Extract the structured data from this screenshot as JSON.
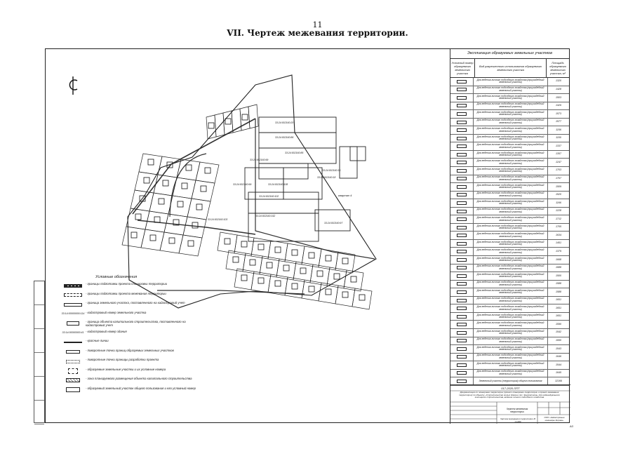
{
  "page": {
    "number": "11",
    "title": "VII.   Чертеж межевания территории."
  },
  "table": {
    "title": "Экспликация образуемых земельных участков",
    "headers": [
      "Условный номер образуемого земельного участка",
      "Вид разрешенного использования образуемого земельного участка",
      "Площадь образуемого земельного участка, м²"
    ],
    "row_text": "Для ведения личного подсобного хозяйства (приусадебный земельный участок)",
    "areas": [
      "1320",
      "1428",
      "1503",
      "1426",
      "1573",
      "1577",
      "1156",
      "1100",
      "1337",
      "1357",
      "1247",
      "1703",
      "1707",
      "1509",
      "1520",
      "1166",
      "1228",
      "1712",
      "1705",
      "1634",
      "1451",
      "1379",
      "1668",
      "1688",
      "1500",
      "1588",
      "1588",
      "1651",
      "1651",
      "1651",
      "1590",
      "1542",
      "1650",
      "1543",
      "1646",
      "1544",
      "1645"
    ],
    "last_row": {
      "text": "Земельный участок (территория) общего пользования",
      "area": "12166"
    }
  },
  "stamp": {
    "code": "017-2020-ППТ",
    "description": "Документация по планировке территории (проект планировки территории и проект межевания территории) по объекту «Строительство жилых домов в пос. Энергетиков» для индивидуального жилищного строительства, ведения личного подсобного хозяйства",
    "name": "Чертеж межевания территории",
    "drawing": "Чертеж межевания территории М 1:1000",
    "org": "ООО «Кадастровые инженеры Кирова»"
  },
  "format": "А3",
  "legend": {
    "title": "Условные обозначения",
    "items": [
      {
        "key": "",
        "text": "- границы подготовки проекта планировки территории"
      },
      {
        "key": "",
        "text": "- границы подготовки проекта межевания территории"
      },
      {
        "key": "",
        "text": "- граница земельного участка, поставленного на кадастровый учет"
      },
      {
        "key": "33:14:00000000:114",
        "text": "- кадастровый номер земельного участка"
      },
      {
        "key": "",
        "text": "- граница объекта капитального строительства, поставленного на кадастровый учет"
      },
      {
        "key": "33:14:00000000:41",
        "text": "- кадастровый номер здания"
      },
      {
        "key": "",
        "text": "- красные линии"
      },
      {
        "key": "",
        "text": "- поворотные точки границ образуемых земельных участков"
      },
      {
        "key": "",
        "text": "- поворотные точки границы разработки проекта"
      },
      {
        "key": "",
        "text": "- образуемые земельные участки и их условные номера"
      },
      {
        "key": "",
        "text": "- зона планируемого размещения объекта капитального строительства"
      },
      {
        "key": "",
        "text": "- образуемый земельный участок общего пользования и его условный номер"
      }
    ]
  },
  "map": {
    "cadastral_labels": [
      "33:24:002160:20",
      "33:24:002160:86",
      "33:24:002160:85",
      "33:24:002160:99",
      "33:24:002160:99",
      "33:24:002160:108",
      "33:24:002160:102",
      "33:24:002160:16",
      "33:24:002160:152",
      "33:24:002160:97",
      "33:24:002160:103",
      "33:24:002160:18"
    ],
    "quarter_label": "квартал 4"
  }
}
